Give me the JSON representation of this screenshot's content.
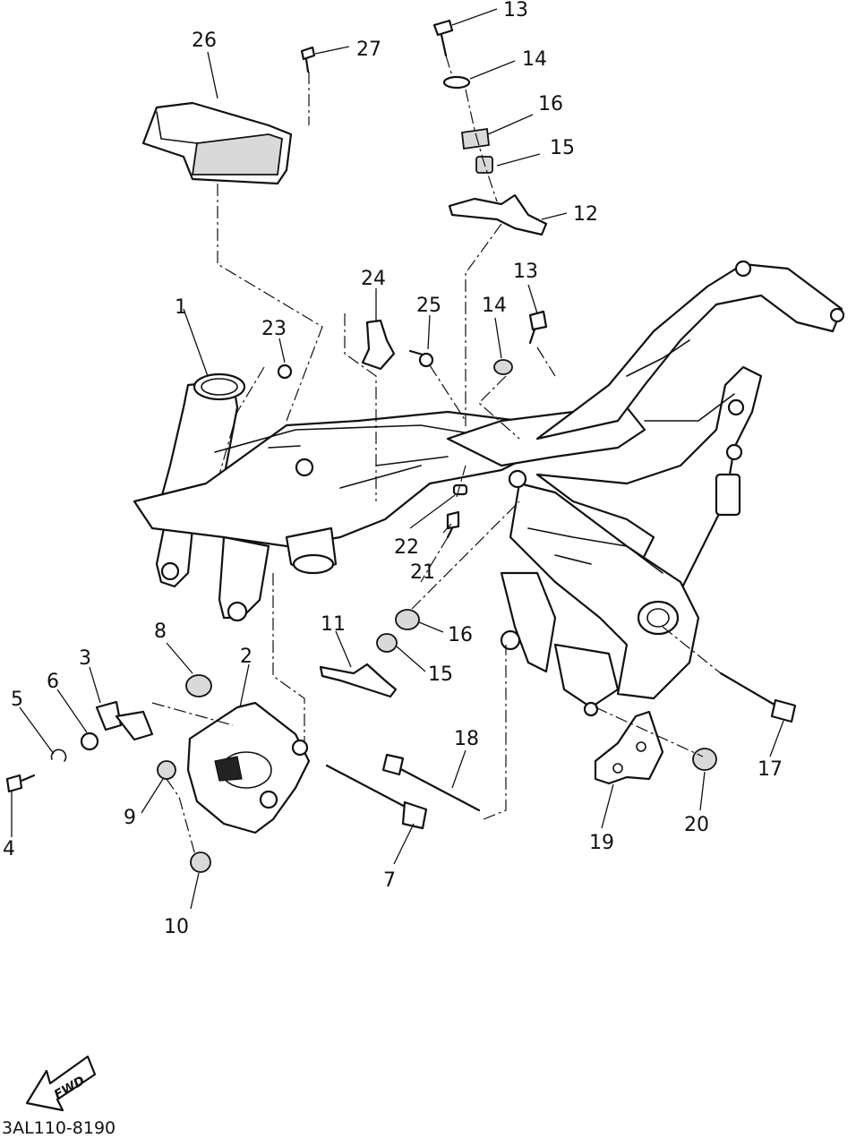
{
  "diagram": {
    "drawing_code": "3AL110-8190",
    "fwd_label": "FWD",
    "callouts": [
      {
        "id": "c1",
        "text": "1"
      },
      {
        "id": "c2",
        "text": "2"
      },
      {
        "id": "c3",
        "text": "3"
      },
      {
        "id": "c4",
        "text": "4"
      },
      {
        "id": "c5",
        "text": "5"
      },
      {
        "id": "c6",
        "text": "6"
      },
      {
        "id": "c7",
        "text": "7"
      },
      {
        "id": "c8",
        "text": "8"
      },
      {
        "id": "c9",
        "text": "9"
      },
      {
        "id": "c10",
        "text": "10"
      },
      {
        "id": "c11",
        "text": "11"
      },
      {
        "id": "c12",
        "text": "12"
      },
      {
        "id": "c13a",
        "text": "13"
      },
      {
        "id": "c13b",
        "text": "13"
      },
      {
        "id": "c14a",
        "text": "14"
      },
      {
        "id": "c14b",
        "text": "14"
      },
      {
        "id": "c15a",
        "text": "15"
      },
      {
        "id": "c15b",
        "text": "15"
      },
      {
        "id": "c16a",
        "text": "16"
      },
      {
        "id": "c16b",
        "text": "16"
      },
      {
        "id": "c17",
        "text": "17"
      },
      {
        "id": "c18",
        "text": "18"
      },
      {
        "id": "c19",
        "text": "19"
      },
      {
        "id": "c20",
        "text": "20"
      },
      {
        "id": "c21",
        "text": "21"
      },
      {
        "id": "c22",
        "text": "22"
      },
      {
        "id": "c23",
        "text": "23"
      },
      {
        "id": "c24",
        "text": "24"
      },
      {
        "id": "c25",
        "text": "25"
      },
      {
        "id": "c26",
        "text": "26"
      },
      {
        "id": "c27",
        "text": "27"
      }
    ]
  }
}
